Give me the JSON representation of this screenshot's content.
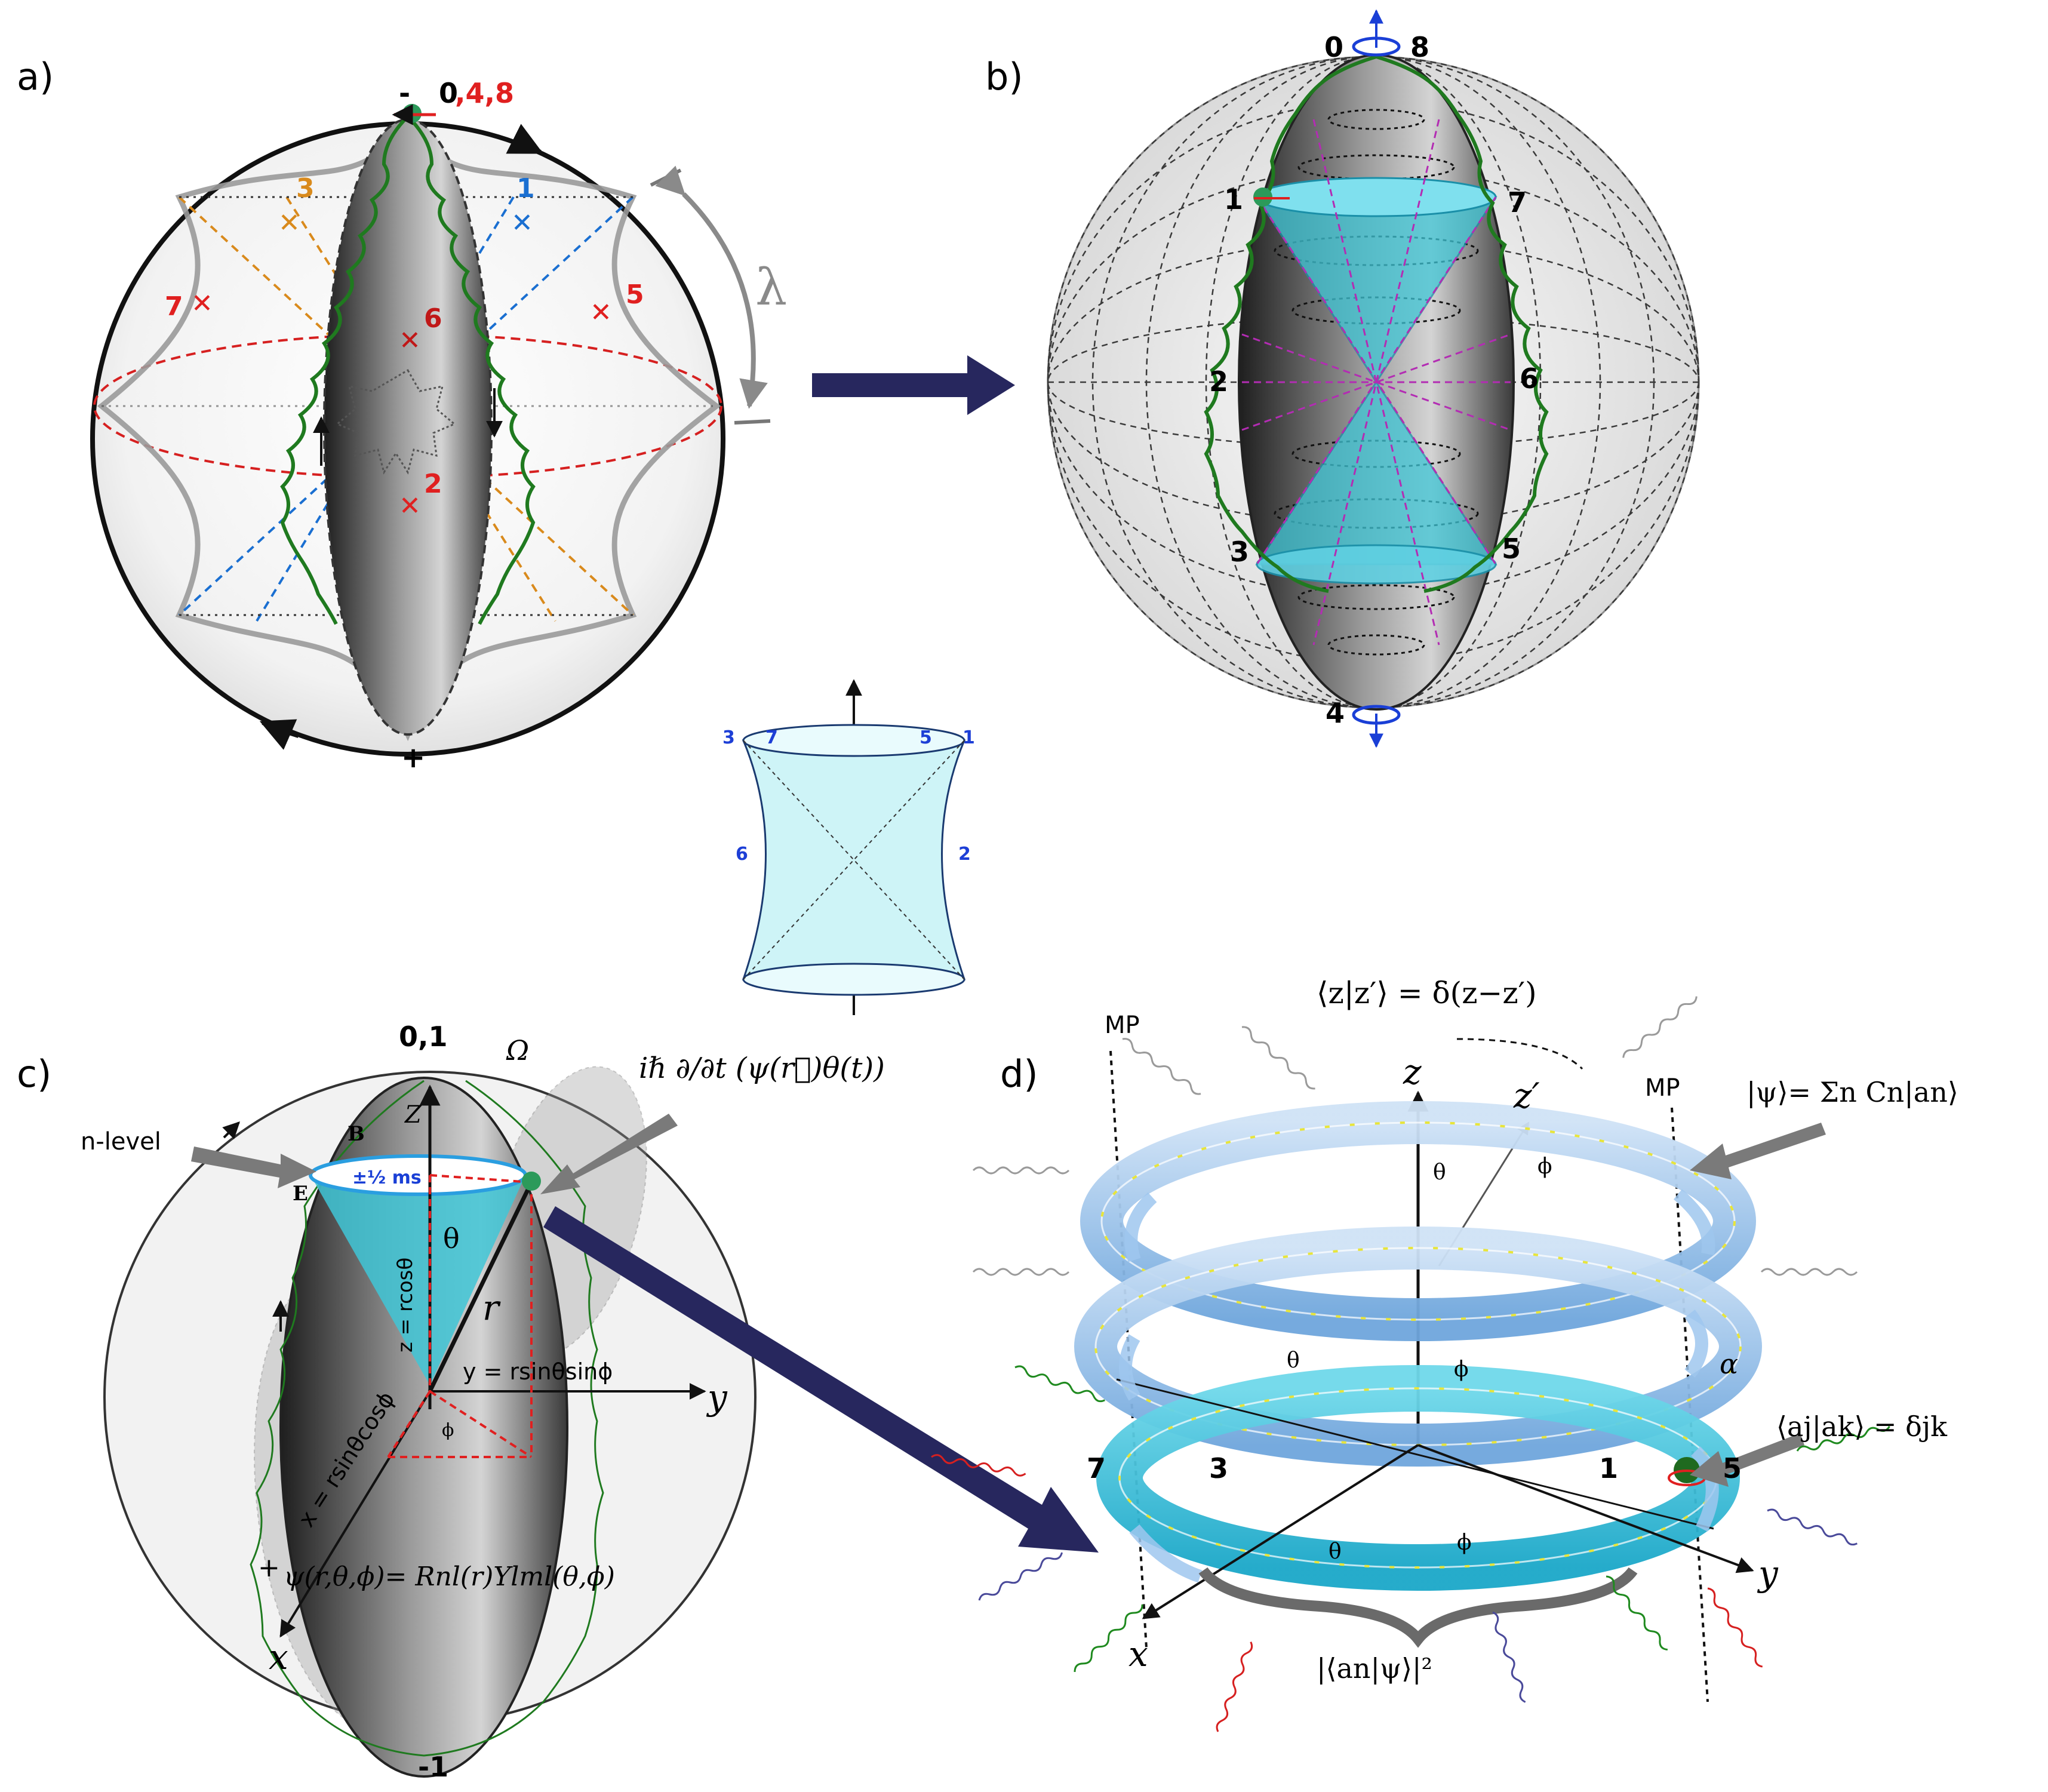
{
  "panels": {
    "a": {
      "label": "a)",
      "top_labels": {
        "zero": "0",
        "red": ",4,8",
        "minus": "-"
      },
      "bottom_label": "+",
      "lambda": "λ",
      "markers": [
        {
          "text": "1",
          "color": "#1a6fd1"
        },
        {
          "text": "2",
          "color": "#e02020"
        },
        {
          "text": "3",
          "color": "#d98a1c"
        },
        {
          "text": "5",
          "color": "#e02020"
        },
        {
          "text": "6",
          "color": "#c01818"
        },
        {
          "text": "7",
          "color": "#e02020"
        }
      ]
    },
    "b": {
      "label": "b)",
      "numbers": {
        "n0": "0",
        "n8": "8",
        "n1": "1",
        "n7": "7",
        "n2": "2",
        "n6": "6",
        "n3": "3",
        "n5": "5",
        "n4": "4"
      }
    },
    "inset": {
      "numbers": {
        "n3": "3",
        "n7": "7",
        "n5": "5",
        "n1": "1",
        "n6": "6",
        "n2": "2"
      },
      "color": "#1d3fd6"
    },
    "c": {
      "label": "c)",
      "top": "0,1",
      "bottom": "-1",
      "omega": "Ω",
      "nlevel": "n-level",
      "b": "B",
      "e": "E",
      "z": "Z",
      "spin": "±½ ms",
      "theta": "θ",
      "r": "r",
      "zeq": "z = rcosθ",
      "yeq": "y = rsinθsinϕ",
      "xeq": "x = rsinθcosϕ",
      "y_axis": "y",
      "x_axis": "x",
      "plus": "+",
      "phi": "ϕ",
      "schrod": "iℏ ∂/∂t (ψ(r⃗)θ(t))",
      "wavefn": "ψ(r,θ,ϕ)= Rnl(r)Ylml(θ,ϕ)"
    },
    "d": {
      "label": "d)",
      "delta": "⟨z|z′⟩ = δ(z−z′)",
      "z": "z",
      "zprime": "z′",
      "mp_left": "MP",
      "mp_right": "MP",
      "psi": "|ψ⟩= Σn Cn|an⟩",
      "alpha": "α",
      "ortho": "⟨aj|ak⟩ = δjk",
      "theta": "θ",
      "phi": "ϕ",
      "n7": "7",
      "n3": "3",
      "n1": "1",
      "n5": "5",
      "x_axis": "x",
      "y_axis": "y",
      "prob": "|⟨an|ψ⟩|²"
    }
  },
  "colors": {
    "green": "#1f7a1f",
    "red": "#e02020",
    "blue": "#1a6fd1",
    "orange": "#d98a1c",
    "navy": "#27275e",
    "cyan": "#3fc6d6",
    "magenta": "#b32cb3",
    "gray": "#8a8a8a"
  }
}
